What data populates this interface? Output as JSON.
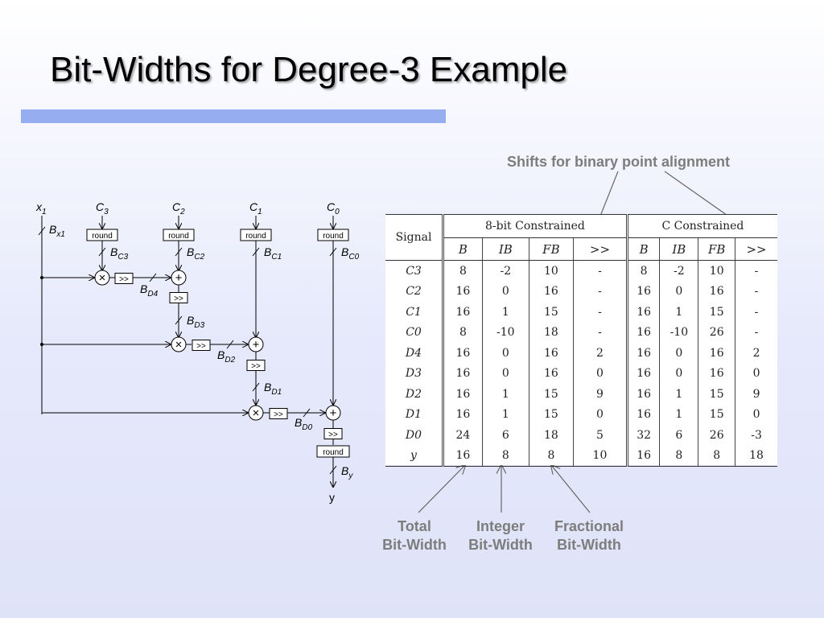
{
  "slide": {
    "title": "Bit-Widths for Degree-3 Example"
  },
  "annotations": {
    "shifts": "Shifts for binary point alignment",
    "total": [
      "Total",
      "Bit-Width"
    ],
    "integer": [
      "Integer",
      "Bit-Width"
    ],
    "fractional": [
      "Fractional",
      "Bit-Width"
    ]
  },
  "diagram": {
    "input_label": "x1",
    "coefficients": [
      "C3",
      "C2",
      "C1",
      "C0"
    ],
    "round_label": "round",
    "shift_label": ">>",
    "multiply_symbol": "×",
    "add_symbol": "+",
    "output_label": "y",
    "bit_labels": {
      "Bx1": "Bx1",
      "BC3": "BC3",
      "BC2": "BC2",
      "BC1": "BC1",
      "BC0": "BC0",
      "BD4": "BD4",
      "BD3": "BD3",
      "BD2": "BD2",
      "BD1": "BD1",
      "BD0": "BD0",
      "By": "By"
    }
  },
  "table": {
    "signal_header": "Signal",
    "group_8bit": "8-bit Constrained",
    "group_c": "C Constrained",
    "sub_headers": [
      "B",
      "IB",
      "FB",
      ">>"
    ],
    "rows": [
      {
        "signal": "C3",
        "b8": [
          "8",
          "-2",
          "10",
          "-"
        ],
        "c": [
          "8",
          "-2",
          "10",
          "-"
        ]
      },
      {
        "signal": "C2",
        "b8": [
          "16",
          "0",
          "16",
          "-"
        ],
        "c": [
          "16",
          "0",
          "16",
          "-"
        ]
      },
      {
        "signal": "C1",
        "b8": [
          "16",
          "1",
          "15",
          "-"
        ],
        "c": [
          "16",
          "1",
          "15",
          "-"
        ]
      },
      {
        "signal": "C0",
        "b8": [
          "8",
          "-10",
          "18",
          "-"
        ],
        "c": [
          "16",
          "-10",
          "26",
          "-"
        ]
      },
      {
        "signal": "D4",
        "b8": [
          "16",
          "0",
          "16",
          "2"
        ],
        "c": [
          "16",
          "0",
          "16",
          "2"
        ]
      },
      {
        "signal": "D3",
        "b8": [
          "16",
          "0",
          "16",
          "0"
        ],
        "c": [
          "16",
          "0",
          "16",
          "0"
        ]
      },
      {
        "signal": "D2",
        "b8": [
          "16",
          "1",
          "15",
          "9"
        ],
        "c": [
          "16",
          "1",
          "15",
          "9"
        ]
      },
      {
        "signal": "D1",
        "b8": [
          "16",
          "1",
          "15",
          "0"
        ],
        "c": [
          "16",
          "1",
          "15",
          "0"
        ]
      },
      {
        "signal": "D0",
        "b8": [
          "24",
          "6",
          "18",
          "5"
        ],
        "c": [
          "32",
          "6",
          "26",
          "-3"
        ]
      },
      {
        "signal": "y",
        "b8": [
          "16",
          "8",
          "8",
          "10"
        ],
        "c": [
          "16",
          "8",
          "8",
          "18"
        ]
      }
    ]
  },
  "colors": {
    "title_bar": "#96aef0",
    "annotation_text": "#7d7d7d",
    "background_top": "#ffffff",
    "background_bottom": "#dfe3f8"
  }
}
